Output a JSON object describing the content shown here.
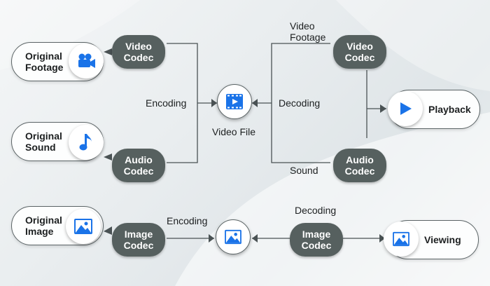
{
  "inputs": {
    "original_footage": "Original Footage",
    "original_sound": "Original Sound",
    "original_image": "Original Image"
  },
  "codecs": {
    "video_codec_left": "Video Codec",
    "audio_codec_left": "Audio Codec",
    "video_codec_right": "Video Codec",
    "audio_codec_right": "Audio Codec",
    "image_codec_left": "Image Codec",
    "image_codec_right": "Image Codec"
  },
  "labels": {
    "encoding_top": "Encoding",
    "decoding_top": "Decoding",
    "video_file": "Video File",
    "video_footage": "Video Footage",
    "sound": "Sound",
    "encoding_bottom": "Encoding",
    "decoding_bottom": "Decoding"
  },
  "outputs": {
    "playback": "Playback",
    "viewing": "Viewing"
  },
  "icons": {
    "camera": "video-camera-icon",
    "note": "music-note-icon",
    "image": "image-icon",
    "film": "video-file-icon",
    "play": "play-icon"
  },
  "colors": {
    "icon_blue": "#1a73e8",
    "codec_fill": "#56605f",
    "line": "#4a5254"
  }
}
